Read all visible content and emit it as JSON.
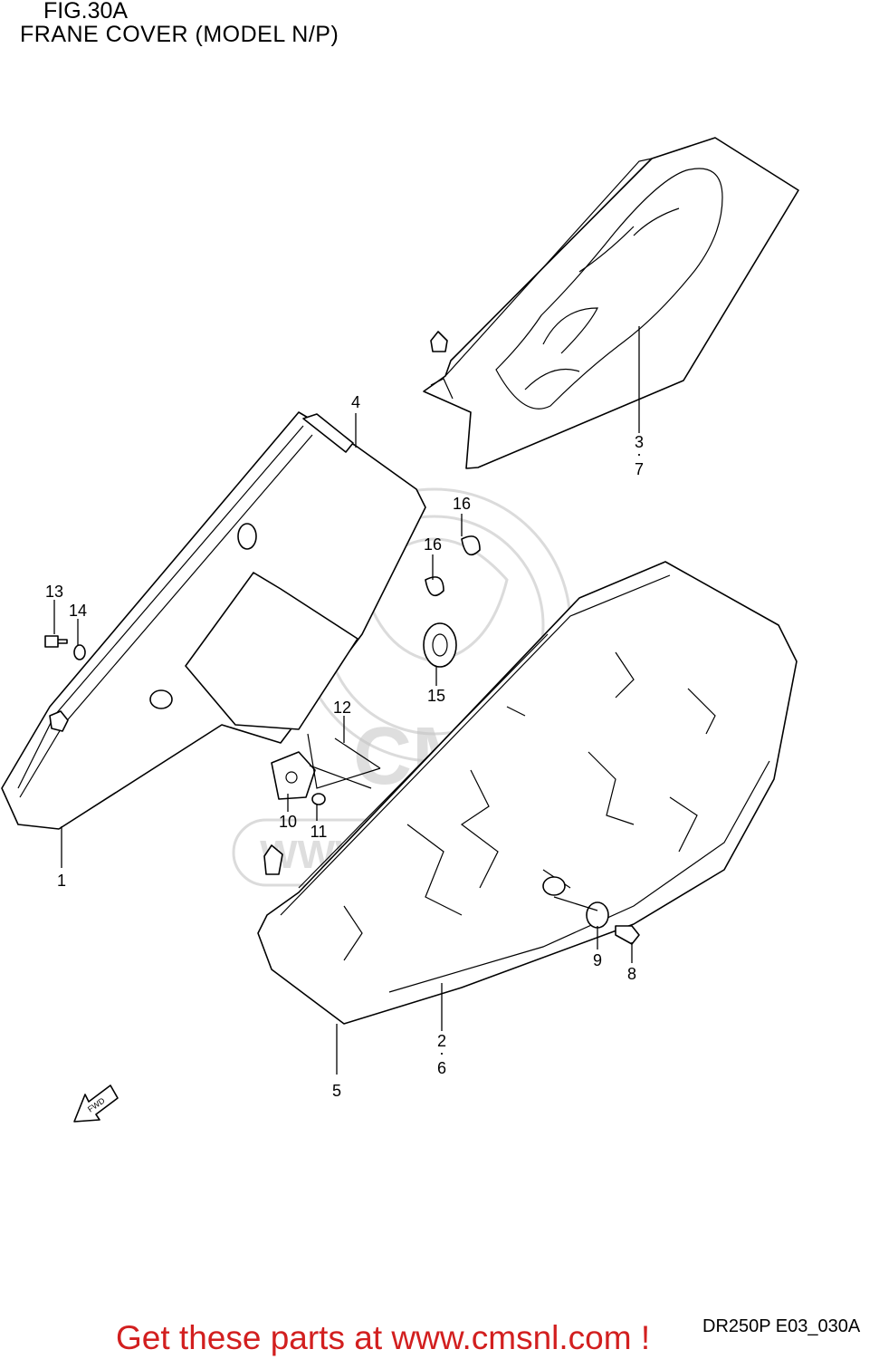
{
  "figure": {
    "title": "FIG.30A",
    "subtitle": "FRANE COVER (MODEL N/P)",
    "diagram_code": "DR250P E03_030A"
  },
  "callouts": {
    "c1": "1",
    "c2": "2",
    "c6": "6",
    "c3": "3",
    "c7": "7",
    "c4": "4",
    "c5": "5",
    "c8": "8",
    "c9": "9",
    "c10": "10",
    "c11": "11",
    "c12": "12",
    "c13": "13",
    "c14": "14",
    "c15": "15",
    "c16a": "16",
    "c16b": "16"
  },
  "fwd_arrow": {
    "label": "FWD"
  },
  "watermark": {
    "text": "WWW.CMSNL.COM",
    "logo": "CMS"
  },
  "footer": {
    "banner": "Get these parts at www.cmsnl.com !"
  }
}
